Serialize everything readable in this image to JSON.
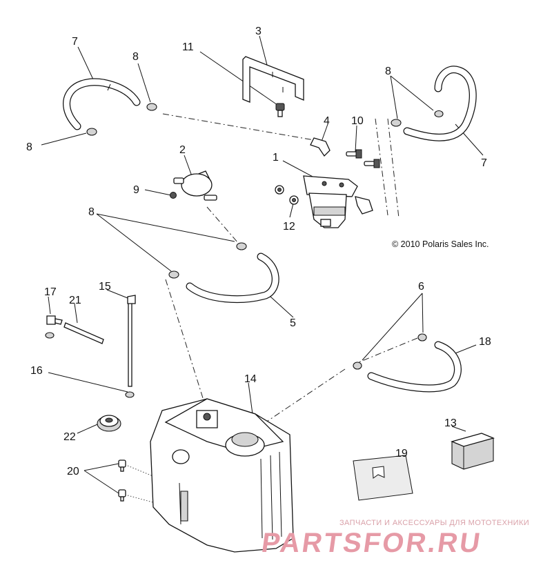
{
  "copyright": "© 2010 Polaris Sales Inc.",
  "watermark": {
    "tagline": "ЗАПЧАСТИ И АКСЕССУАРЫ ДЛЯ МОТОТЕХНИКИ",
    "site": "PARTSFOR.RU"
  },
  "callouts": [
    {
      "id": "c1",
      "text": "1"
    },
    {
      "id": "c2",
      "text": "2"
    },
    {
      "id": "c3",
      "text": "3"
    },
    {
      "id": "c4",
      "text": "4"
    },
    {
      "id": "c5",
      "text": "5"
    },
    {
      "id": "c6",
      "text": "6"
    },
    {
      "id": "c7a",
      "text": "7"
    },
    {
      "id": "c7b",
      "text": "7"
    },
    {
      "id": "c8a",
      "text": "8"
    },
    {
      "id": "c8b",
      "text": "8"
    },
    {
      "id": "c8c",
      "text": "8"
    },
    {
      "id": "c8d",
      "text": "8"
    },
    {
      "id": "c9",
      "text": "9"
    },
    {
      "id": "c10",
      "text": "10"
    },
    {
      "id": "c11",
      "text": "11"
    },
    {
      "id": "c12",
      "text": "12"
    },
    {
      "id": "c13",
      "text": "13"
    },
    {
      "id": "c14",
      "text": "14"
    },
    {
      "id": "c15",
      "text": "15"
    },
    {
      "id": "c16",
      "text": "16"
    },
    {
      "id": "c17",
      "text": "17"
    },
    {
      "id": "c18",
      "text": "18"
    },
    {
      "id": "c19",
      "text": "19"
    },
    {
      "id": "c20",
      "text": "20"
    },
    {
      "id": "c21",
      "text": "21"
    },
    {
      "id": "c22",
      "text": "22"
    }
  ]
}
